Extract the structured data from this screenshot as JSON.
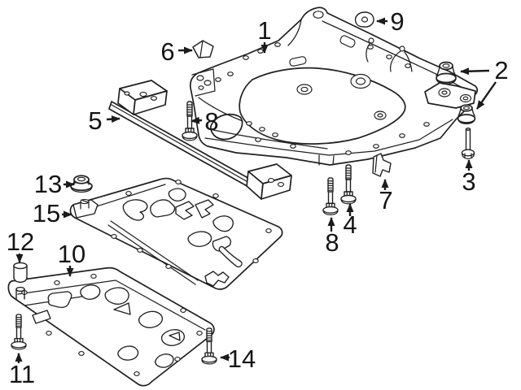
{
  "figure": {
    "kind": "exploded-parts-line-diagram",
    "subject": "front-suspension-crossmember-and-splash-shields",
    "colors": {
      "background": "#ffffff",
      "line": "#202020",
      "label": "#141414"
    }
  },
  "callouts": [
    {
      "number": "1",
      "target": "suspension-crossmember"
    },
    {
      "number": "2",
      "target": "insulator-bushings"
    },
    {
      "number": "3",
      "target": "insulator-bolt"
    },
    {
      "number": "4",
      "target": "long-mount-bolt"
    },
    {
      "number": "5",
      "target": "front-brace-bar"
    },
    {
      "number": "6",
      "target": "retainer-clip"
    },
    {
      "number": "7",
      "target": "support-bracket"
    },
    {
      "number": "8",
      "target": "flange-bolt-front"
    },
    {
      "number": "8",
      "target": "flange-bolt-rear"
    },
    {
      "number": "9",
      "target": "washer-plate"
    },
    {
      "number": "10",
      "target": "lower-splash-shield"
    },
    {
      "number": "11",
      "target": "shield-bolt-left"
    },
    {
      "number": "12",
      "target": "spacer-sleeve"
    },
    {
      "number": "13",
      "target": "grommet-nut"
    },
    {
      "number": "14",
      "target": "shield-bolt-right"
    },
    {
      "number": "15",
      "target": "upper-splash-shield"
    }
  ]
}
